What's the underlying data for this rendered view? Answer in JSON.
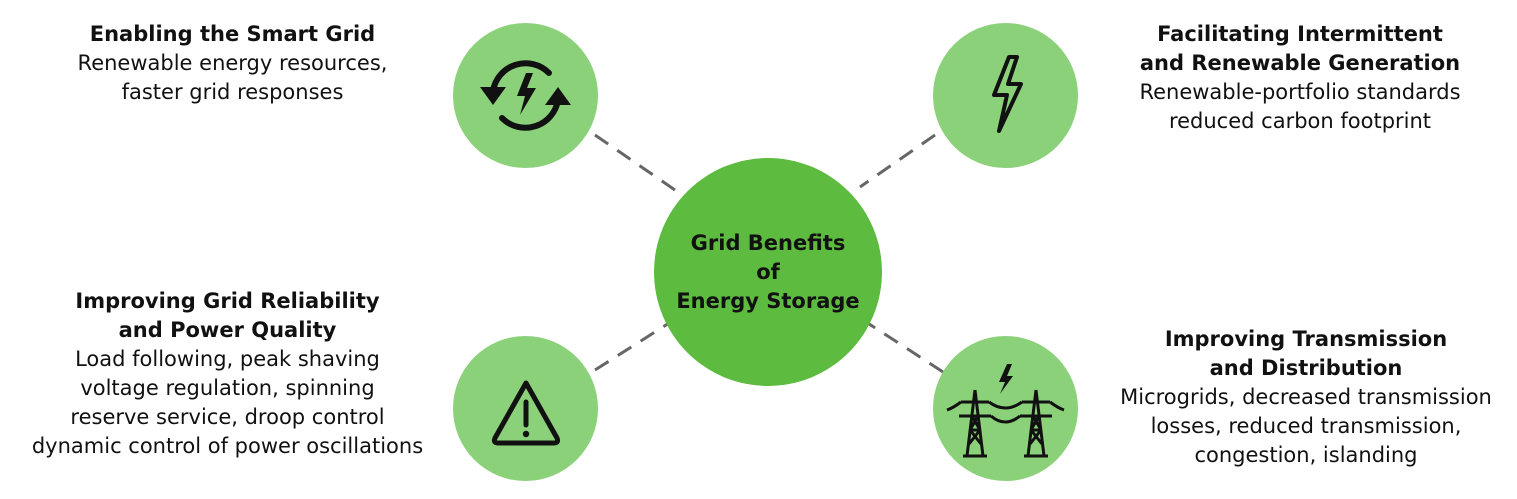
{
  "center": {
    "lines": [
      "Grid Benefits",
      "of",
      "Energy Storage"
    ],
    "color": "#5dbb3f"
  },
  "icon_circle_color": "#8bd17a",
  "benefits": [
    {
      "position": "top-left",
      "icon": "refresh-bolt-icon",
      "title_lines": [
        "Enabling the Smart Grid"
      ],
      "desc_lines": [
        "Renewable energy resources,",
        "faster grid responses"
      ]
    },
    {
      "position": "top-right",
      "icon": "lightning-bolt-icon",
      "title_lines": [
        "Facilitating Intermittent",
        "and Renewable Generation"
      ],
      "desc_lines": [
        "Renewable-portfolio standards",
        "reduced carbon footprint"
      ]
    },
    {
      "position": "bottom-left",
      "icon": "warning-triangle-icon",
      "title_lines": [
        "Improving Grid Reliability",
        "and Power Quality"
      ],
      "desc_lines": [
        "Load following, peak shaving",
        "voltage regulation, spinning",
        "reserve service, droop control",
        "dynamic control of power oscillations"
      ]
    },
    {
      "position": "bottom-right",
      "icon": "transmission-tower-icon",
      "title_lines": [
        "Improving Transmission",
        "and Distribution"
      ],
      "desc_lines": [
        "Microgrids, decreased transmission",
        "losses, reduced transmission,",
        "congestion, islanding"
      ]
    }
  ]
}
